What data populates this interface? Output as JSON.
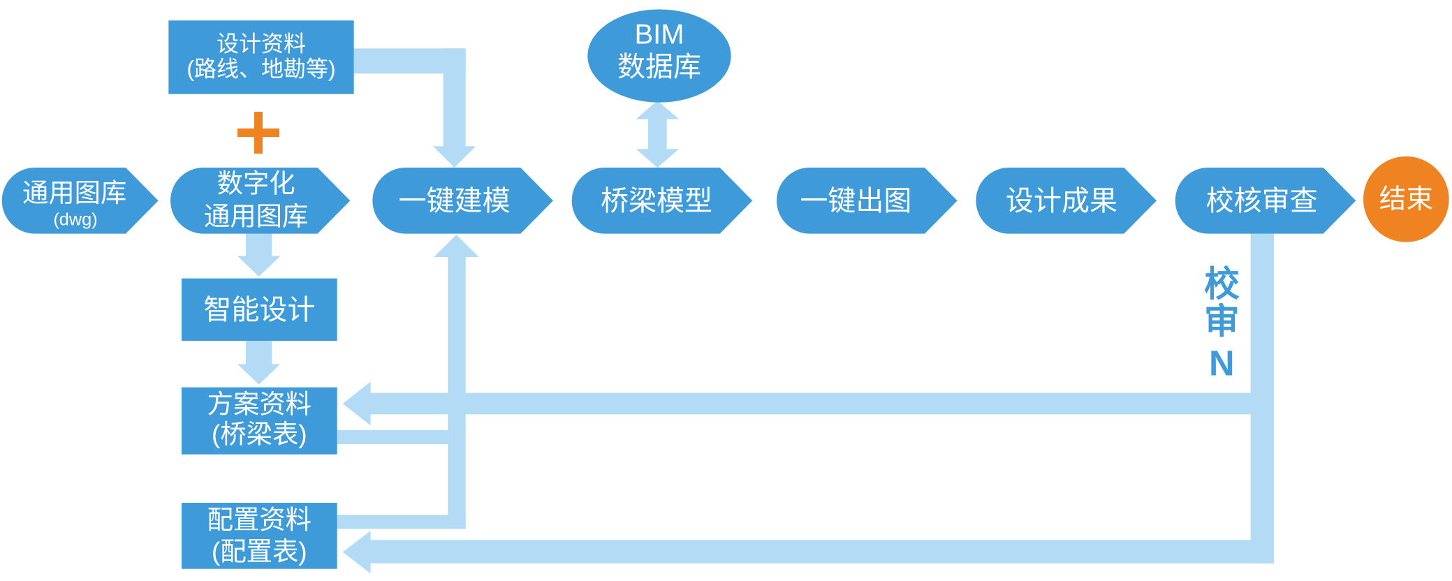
{
  "colors": {
    "node": "#3e9ad8",
    "connector": "#b3dbf5",
    "accent": "#ef8221",
    "label": "#ffffff"
  },
  "icons": {
    "plus": "plus-icon"
  },
  "nodes": {
    "design_data": {
      "lines": [
        "设计资料",
        "(路线、地勘等)"
      ]
    },
    "bim_database": {
      "lines": [
        "BIM",
        "数据库"
      ]
    },
    "common_library": {
      "lines": [
        "通用图库",
        "(dwg)"
      ]
    },
    "digital_library": {
      "lines": [
        "数字化",
        "通用图库"
      ]
    },
    "one_click_modeling": {
      "label": "一键建模"
    },
    "bridge_model": {
      "label": "桥梁模型"
    },
    "one_click_drawing": {
      "label": "一键出图"
    },
    "design_results": {
      "label": "设计成果"
    },
    "review": {
      "label": "校核审查"
    },
    "end": {
      "label": "结束"
    },
    "smart_design": {
      "label": "智能设计"
    },
    "scheme_data": {
      "lines": [
        "方案资料",
        "(桥梁表)"
      ]
    },
    "config_data": {
      "lines": [
        "配置资料",
        "(配置表)"
      ]
    }
  },
  "edges": {
    "review_rejected_label": [
      "校",
      "审",
      "N"
    ]
  }
}
